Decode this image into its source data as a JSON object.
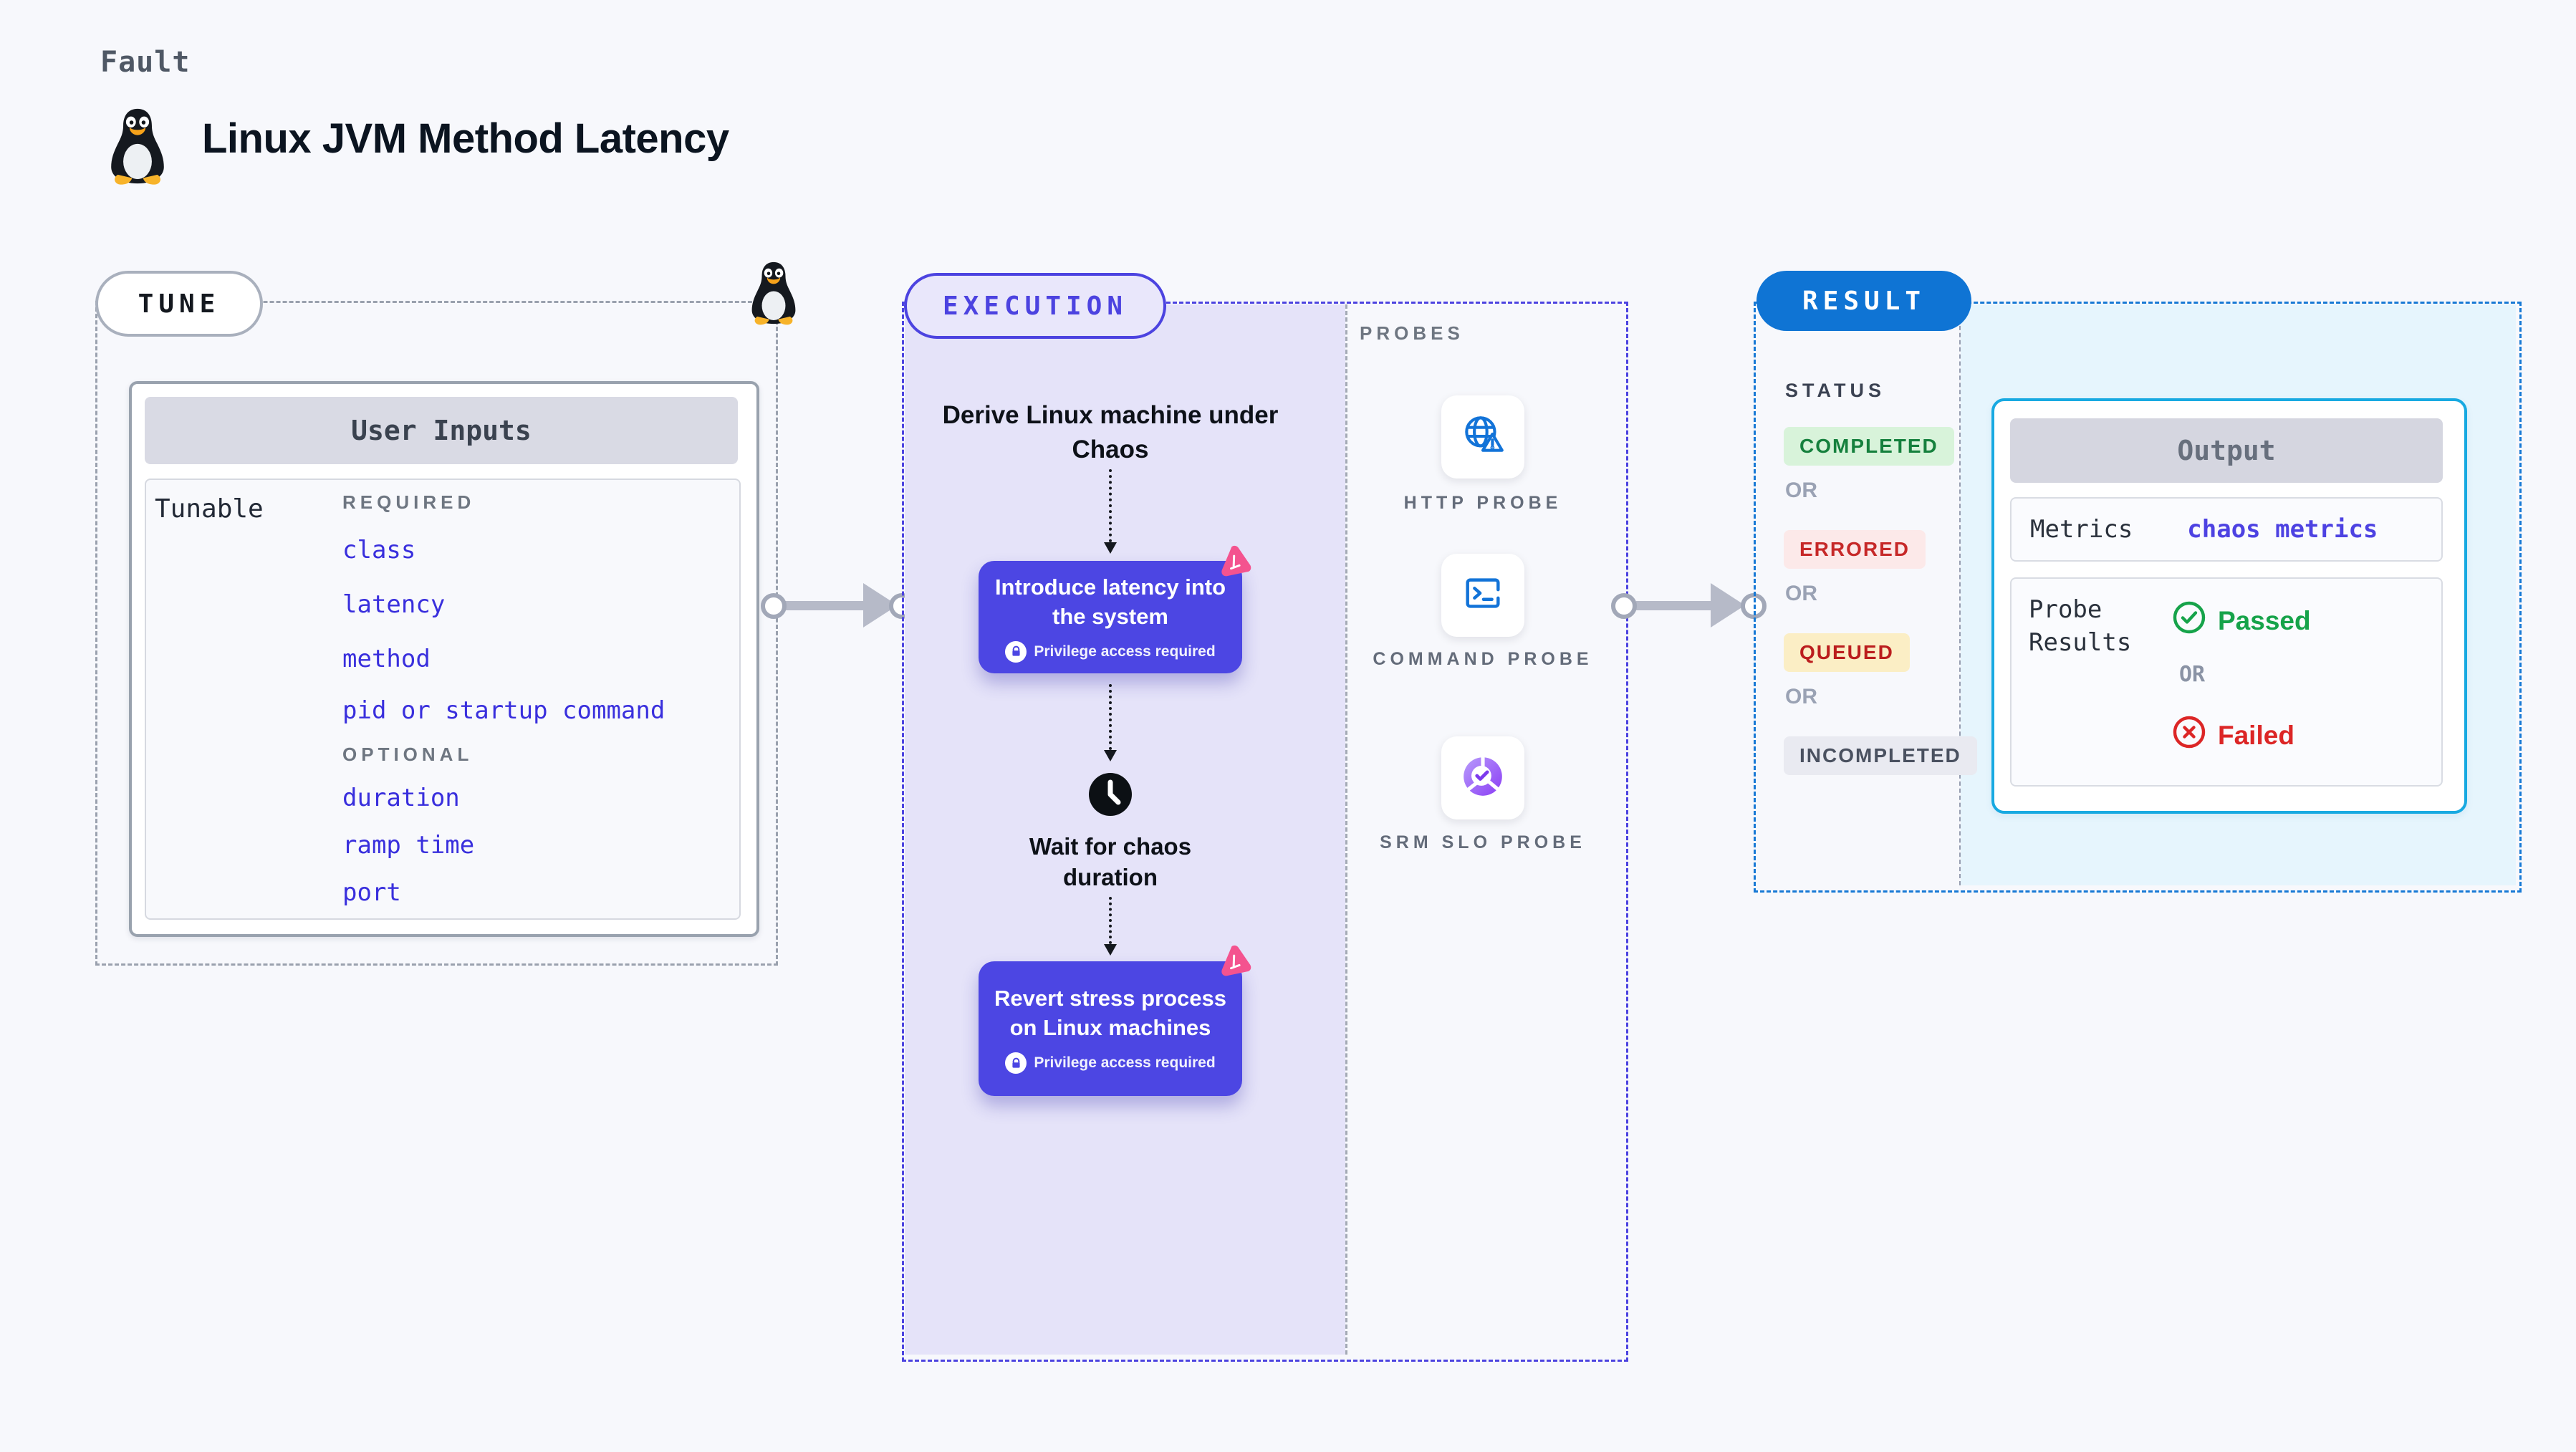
{
  "header": {
    "eyebrow": "Fault",
    "title": "Linux JVM Method Latency",
    "icon": "tux-penguin-icon"
  },
  "tune": {
    "badge": "TUNE",
    "card_title": "User Inputs",
    "row_label": "Tunable",
    "required_label": "REQUIRED",
    "required_items": [
      "class",
      "latency",
      "method",
      "pid or startup command"
    ],
    "optional_label": "OPTIONAL",
    "optional_items": [
      "duration",
      "ramp time",
      "port"
    ]
  },
  "execution": {
    "badge": "EXECUTION",
    "start_label": "Derive Linux machine under Chaos",
    "steps": [
      {
        "title": "Introduce latency into the system",
        "note": "Privilege access required",
        "icon": "chaos-pink-icon"
      },
      {
        "title": "Revert stress process on Linux machines",
        "note": "Privilege access required",
        "icon": "chaos-pink-icon"
      }
    ],
    "wait_label": "Wait for chaos duration",
    "wait_icon": "clock-icon"
  },
  "probes": {
    "heading": "PROBES",
    "items": [
      {
        "label": "HTTP PROBE",
        "icon": "globe-alert-icon"
      },
      {
        "label": "COMMAND PROBE",
        "icon": "terminal-icon"
      },
      {
        "label": "SRM SLO PROBE",
        "icon": "slo-donut-icon"
      }
    ]
  },
  "result": {
    "badge": "RESULT",
    "status_heading": "STATUS",
    "or_label": "OR",
    "statuses": [
      {
        "label": "COMPLETED",
        "fg": "#15803d",
        "bg": "#d8f3da"
      },
      {
        "label": "ERRORED",
        "fg": "#c62828",
        "bg": "#fce9e9"
      },
      {
        "label": "QUEUED",
        "fg": "#bb1d1d",
        "bg": "#fbeec5"
      },
      {
        "label": "INCOMPLETED",
        "fg": "#4a5160",
        "bg": "#e9eaf1"
      }
    ],
    "output": {
      "title": "Output",
      "metrics_label": "Metrics",
      "metrics_value": "chaos metrics",
      "probe_label": "Probe Results",
      "passed_label": "Passed",
      "or_label": "OR",
      "failed_label": "Failed"
    }
  },
  "colors": {
    "accent_indigo": "#4c43e0",
    "node_indigo": "#4c46e3",
    "lavender_panel": "#e5e3f9",
    "result_blue": "#0f74d4",
    "output_border_cyan": "#18a9e1",
    "light_blue_panel": "#e6f5fd",
    "tunable_blue": "#392fdd",
    "metrics_link_blue": "#4d42e2",
    "passed_green": "#16a34a",
    "failed_red": "#dc2626",
    "probe_icon_blue": "#1273d8",
    "slo_purple": "#8b3df5",
    "chaos_pink": "#f4538f",
    "arrow_gray": "#b6bac8"
  }
}
